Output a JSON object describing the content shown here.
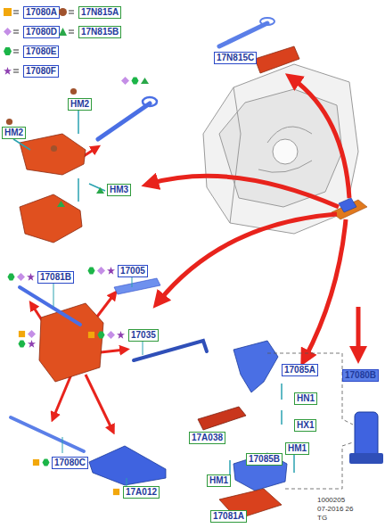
{
  "diagram": {
    "nodes": [
      {
        "text": [
          "17N815C"
        ]
      },
      {
        "text": [
          "HM2"
        ]
      },
      {
        "text": [
          "HM2"
        ]
      },
      {
        "text": [
          "HM3"
        ]
      },
      {
        "text": [
          "17081B"
        ]
      },
      {
        "text": [
          "17005"
        ]
      },
      {
        "text": [
          "17035"
        ]
      },
      {
        "text": [
          "17085A"
        ]
      },
      {
        "text": [
          "17080B"
        ]
      },
      {
        "text": [
          "HN1"
        ]
      },
      {
        "text": [
          "HX1"
        ]
      },
      {
        "text": [
          "17A038"
        ]
      },
      {
        "text": [
          "HM1"
        ]
      },
      {
        "text": [
          "17085B"
        ]
      },
      {
        "text": [
          "HM1"
        ]
      },
      {
        "text": [
          "17081A"
        ]
      },
      {
        "text": [
          "17080C"
        ]
      },
      {
        "text": [
          "17A012"
        ]
      }
    ],
    "labels": [
      "1000205",
      "07-2016 26",
      "TG"
    ],
    "legend": [
      {
        "text": "17080A",
        "color": "#f2a70c"
      },
      {
        "text": "17N815A",
        "color": "#a0522d"
      },
      {
        "text": "17080D",
        "color": "#c48ee6"
      },
      {
        "text": "17N815B",
        "color": "#2aa84a"
      },
      {
        "text": "17080E",
        "color": "#1cb548"
      },
      {
        "text": "17080F",
        "color": "#8e3fb0"
      }
    ]
  }
}
